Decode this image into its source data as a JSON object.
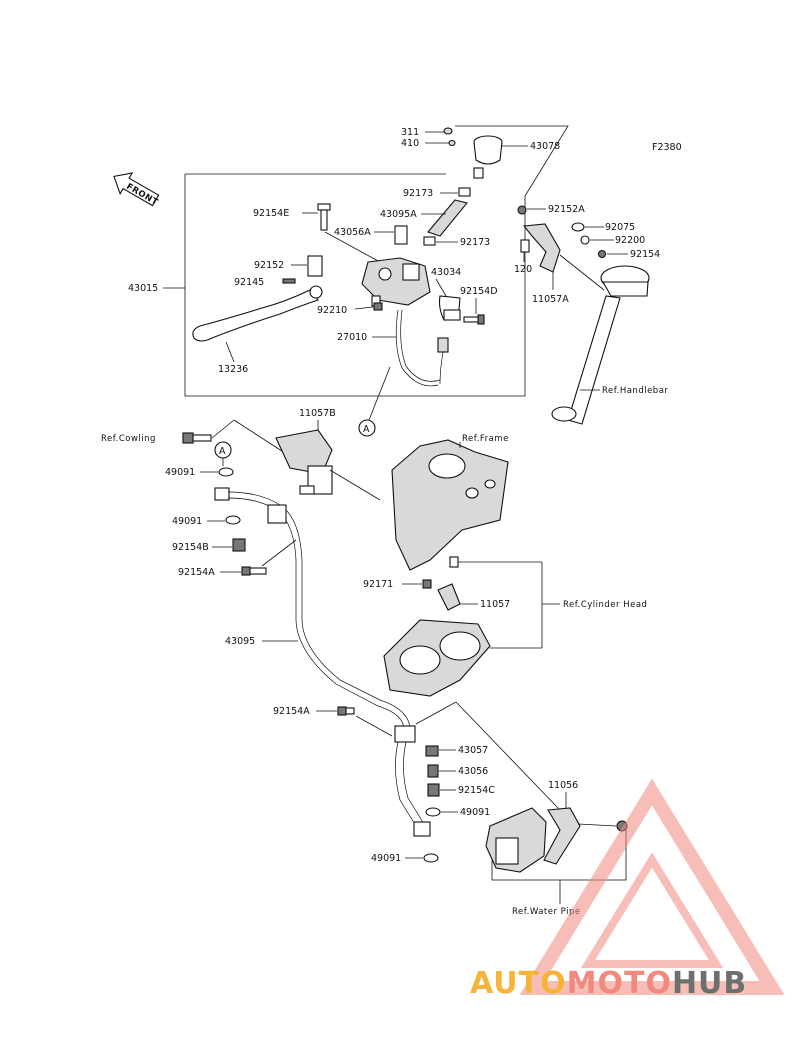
{
  "diagram_code": "F2380",
  "front_label": "FRONT",
  "callout_A": "A",
  "labels": {
    "p311": "311",
    "p410": "410",
    "p43078": "43078",
    "p92173a": "92173",
    "p92152A": "92152A",
    "p92154E": "92154E",
    "p43095A": "43095A",
    "p92075": "92075",
    "p43056A": "43056A",
    "p92173b": "92173",
    "p92200": "92200",
    "p92152": "92152",
    "p43034": "43034",
    "p120": "120",
    "p92154": "92154",
    "p43015": "43015",
    "p92145": "92145",
    "p92154D": "92154D",
    "p11057A": "11057A",
    "p92210": "92210",
    "p27010": "27010",
    "p13236": "13236",
    "ref_handlebar": "Ref.Handlebar",
    "p11057B": "11057B",
    "ref_cowling": "Ref.Cowling",
    "ref_frame": "Ref.Frame",
    "p49091a": "49091",
    "p49091b": "49091",
    "p92154B": "92154B",
    "p92154A": "92154A",
    "p92171": "92171",
    "p11057": "11057",
    "ref_cylinder_head": "Ref.Cylinder Head",
    "p43095": "43095",
    "p92154A2": "92154A",
    "p43057": "43057",
    "p43056": "43056",
    "p11056": "11056",
    "p92154C": "92154C",
    "p49091c": "49091",
    "p49091d": "49091",
    "ref_water_pipe": "Ref.Water Pipe"
  },
  "watermark": {
    "part1": "AUTO",
    "part2": "MOTO",
    "part3": "HUB"
  },
  "colors": {
    "watermark_orange": "#f5b43a",
    "watermark_red": "#f08a7e",
    "watermark_gray": "#6f6f6f"
  }
}
